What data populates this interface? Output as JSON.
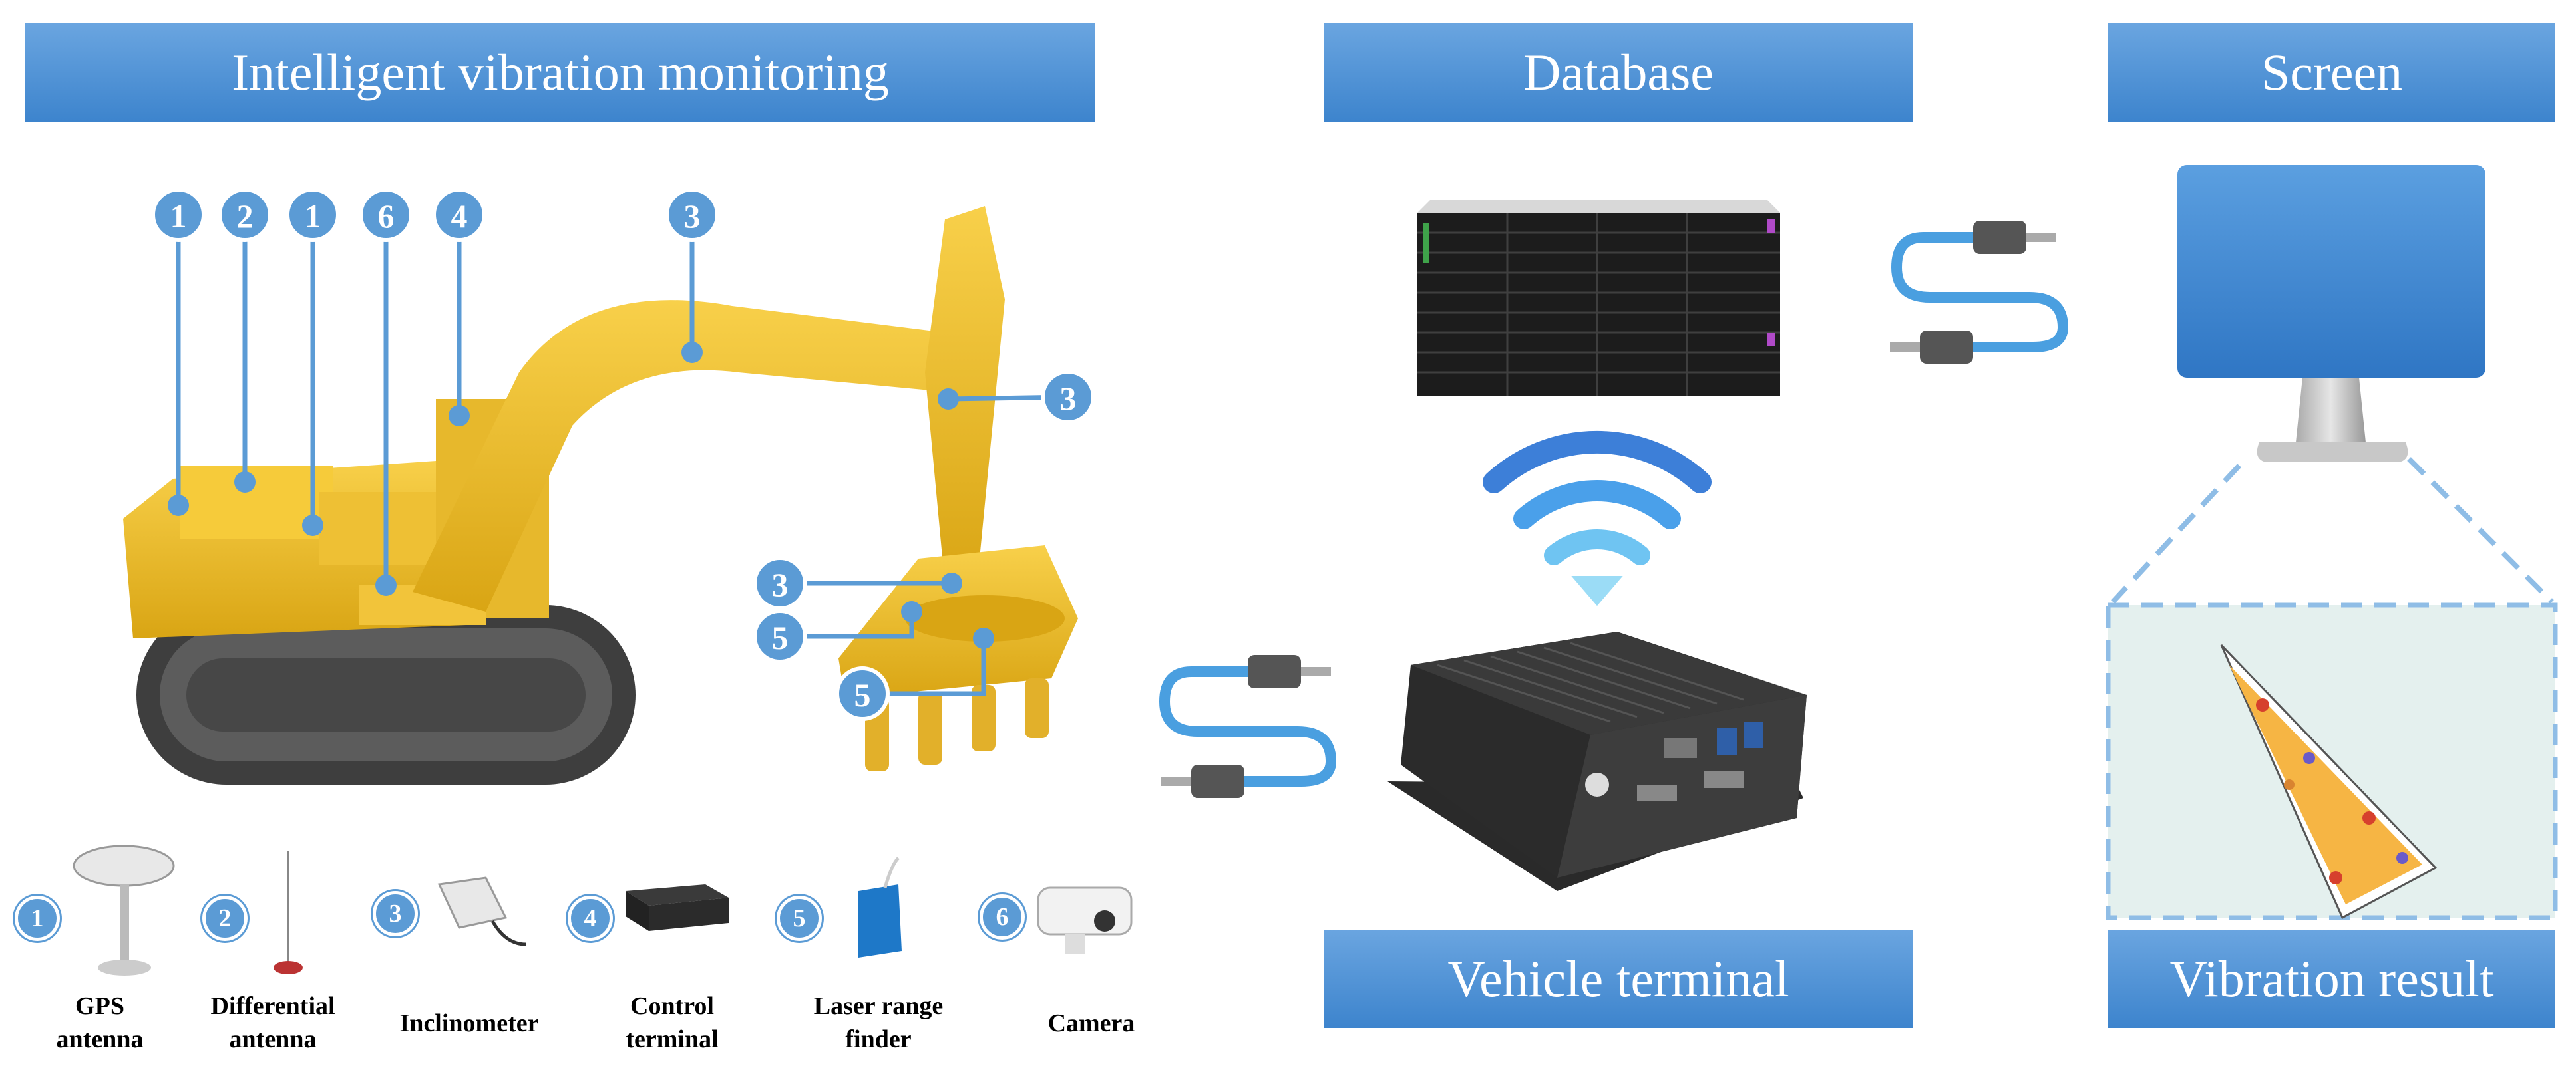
{
  "headers": {
    "monitoring": "Intelligent vibration monitoring",
    "database": "Database",
    "screen": "Screen",
    "terminal": "Vehicle terminal",
    "result": "Vibration result"
  },
  "callouts": {
    "c1": "1",
    "c2": "2",
    "c3": "1",
    "c4": "6",
    "c5": "4",
    "c6": "3",
    "c7": "3",
    "c8": "3",
    "c9": "5",
    "c10": "5"
  },
  "legend": [
    {
      "num": "1",
      "label": "GPS antenna"
    },
    {
      "num": "2",
      "label": "Differential antenna"
    },
    {
      "num": "3",
      "label": "Inclinometer"
    },
    {
      "num": "4",
      "label": "Control terminal"
    },
    {
      "num": "5",
      "label": "Laser range finder"
    },
    {
      "num": "6",
      "label": "Camera"
    }
  ],
  "colors": {
    "accent": "#5b9bd5",
    "banner": "#4a8fd6",
    "excavator": "#f4c430",
    "result_fill": "#f6b544"
  }
}
